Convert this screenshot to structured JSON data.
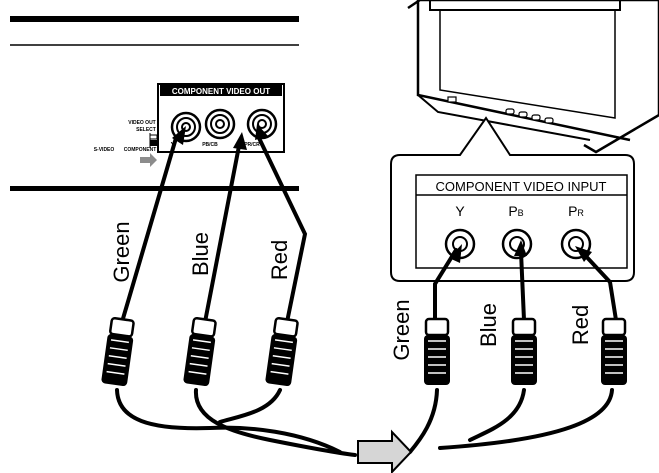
{
  "player_panel": {
    "header": "COMPONENT VIDEO OUT",
    "jacks": [
      "Y",
      "PB/CB",
      "PR/CR"
    ],
    "switch_label_top": "VIDEO OUT",
    "switch_label_sub": "SELECT",
    "switch_left": "S-VIDEO",
    "switch_right": "COMPONENT"
  },
  "tv_panel": {
    "header": "COMPONENT VIDEO INPUT",
    "jacks": [
      {
        "main": "Y",
        "sub": ""
      },
      {
        "main": "P",
        "sub": "B"
      },
      {
        "main": "P",
        "sub": "R"
      }
    ]
  },
  "left_cable_labels": [
    "Green",
    "Blue",
    "Red"
  ],
  "right_cable_labels": [
    "Green",
    "Blue",
    "Red"
  ],
  "colors": {
    "ink": "#000000",
    "arrow_fill": "#d6d6d6",
    "switch_arrow": "#8c8c8c"
  }
}
